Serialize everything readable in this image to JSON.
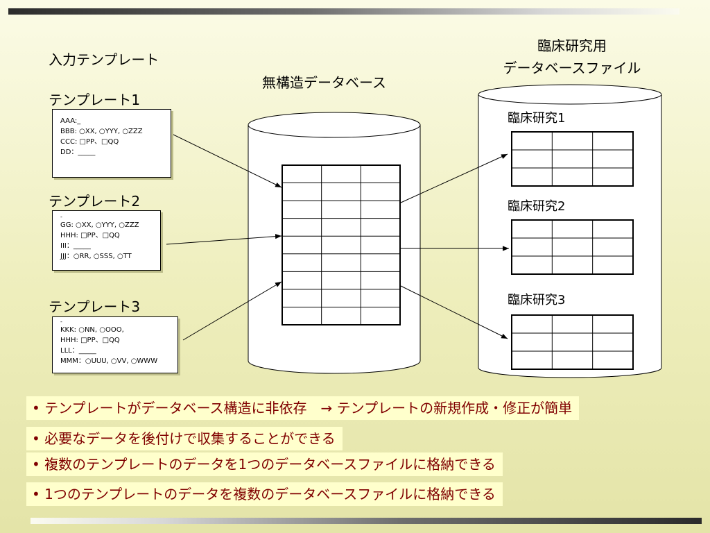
{
  "input_templates": {
    "title": "入力テンプレート",
    "templates": [
      {
        "label": "テンプレート1",
        "lines": [
          "AAA:_",
          "BBB: ○XX, ○YYY, ○ZZZ",
          "CCC: □PP、□QQ",
          "DD：_____"
        ]
      },
      {
        "label": "テンプレート2",
        "lines": [
          "-",
          "GG: ○XX, ○YYY, ○ZZZ",
          "HHH: □PP、□QQ",
          "III：_____",
          "JJJ：○RR, ○SSS, ○TT"
        ]
      },
      {
        "label": "テンプレート3",
        "lines": [
          "-",
          "KKK: ○NN, ○OOO,",
          "HHH: □PP、□QQ",
          "LLL：_____",
          "MMM：○UUU, ○VV, ○WWW"
        ]
      }
    ]
  },
  "unstructured_db": {
    "title": "無構造データベース"
  },
  "clinical_db": {
    "title_line1": "臨床研究用",
    "title_line2": "データベースファイル",
    "studies": [
      "臨床研究1",
      "臨床研究2",
      "臨床研究3"
    ]
  },
  "bullets": [
    "• テンプレートがデータベース構造に非依存　→ テンプレートの新規作成・修正が簡単",
    "• 必要なデータを後付けで収集することができる",
    "• 複数のテンプレートのデータを1つのデータベースファイルに格納できる",
    "• 1つのテンプレートのデータを複数のデータベースファイルに格納できる"
  ],
  "colors": {
    "bullet_text": "#800000",
    "bullet_bg": "#ffffcc",
    "table_stroke": "#000000"
  }
}
